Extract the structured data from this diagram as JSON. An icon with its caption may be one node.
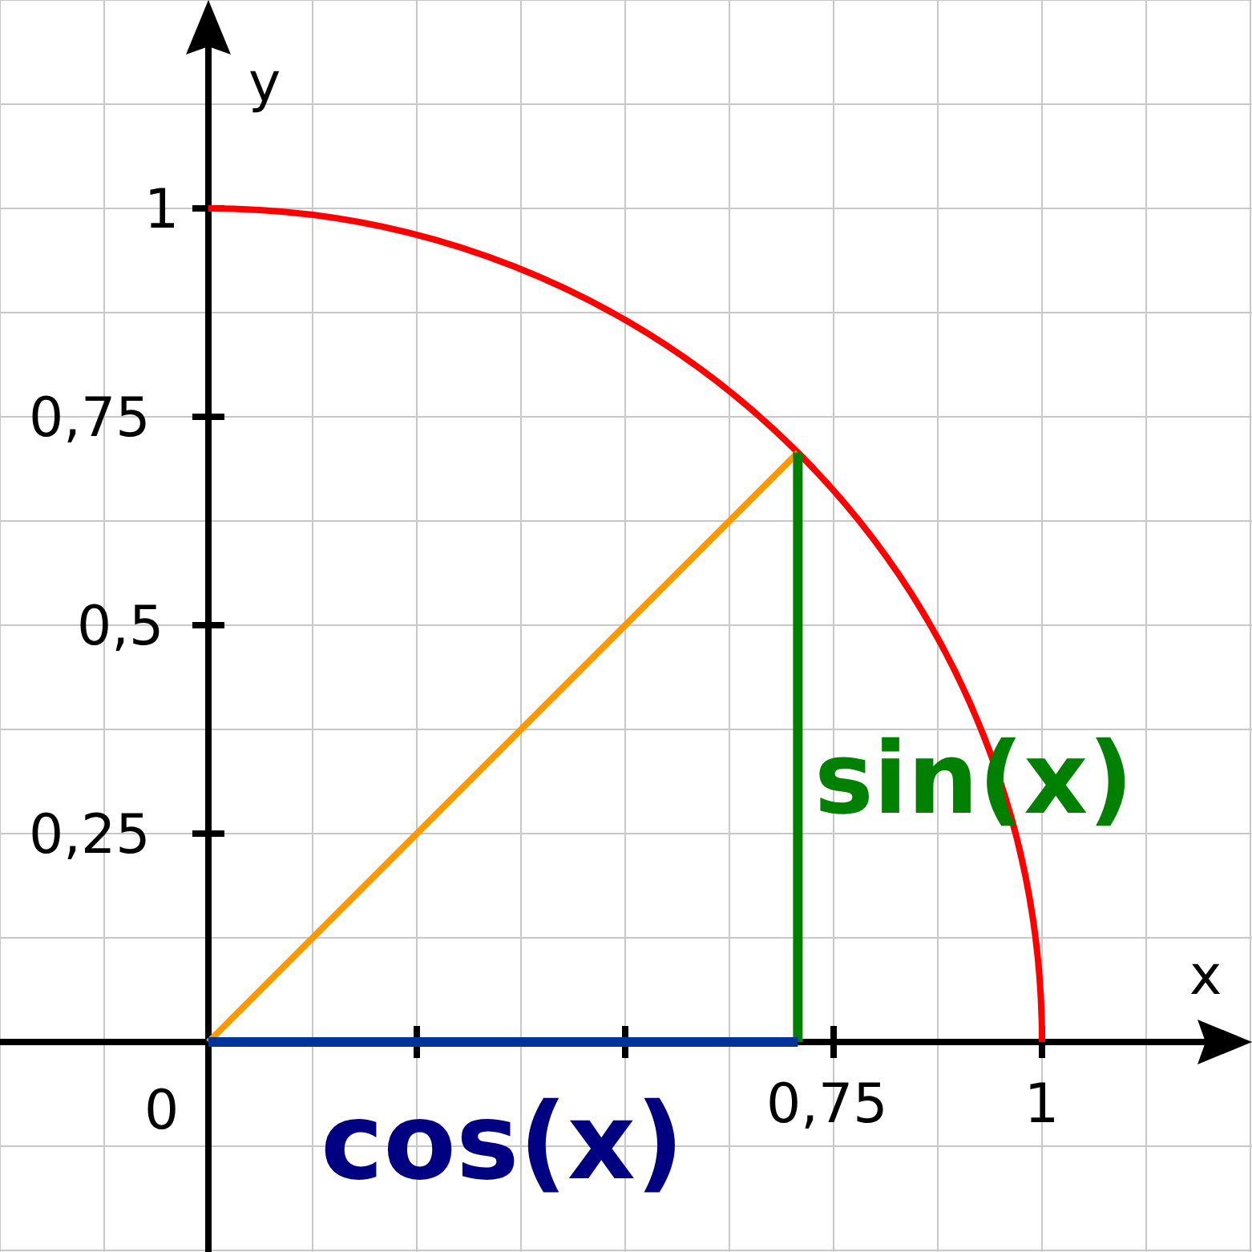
{
  "diagram": {
    "labels": [
      "y",
      "1",
      "0,75",
      "0,5",
      "0,25",
      "x",
      "0",
      "0,75",
      "1",
      "sin(x)",
      "cos(x)"
    ]
  }
}
